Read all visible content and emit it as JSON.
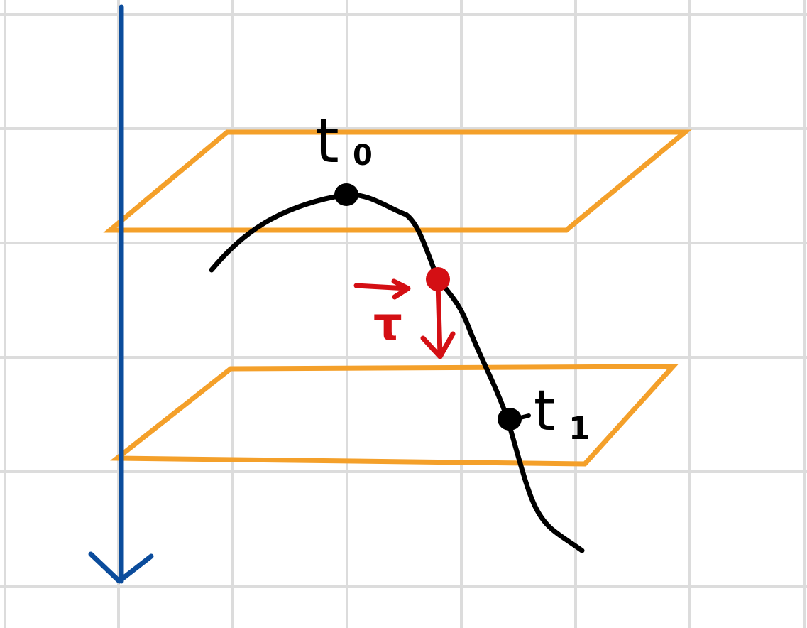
{
  "labels": {
    "t0_main": "t",
    "t0_sub": "0",
    "t1_main": "t",
    "t1_sub": "1",
    "tau": "τ"
  },
  "colors": {
    "background": "#ffffff",
    "grid": "#dcdcdc",
    "axis": "#0b4c9c",
    "plane": "#f4a02a",
    "curve": "#000000",
    "highlight": "#d40f14"
  },
  "icons": {
    "axis_head": "arrow-down-icon",
    "vector_head": "arrow-down-icon"
  }
}
